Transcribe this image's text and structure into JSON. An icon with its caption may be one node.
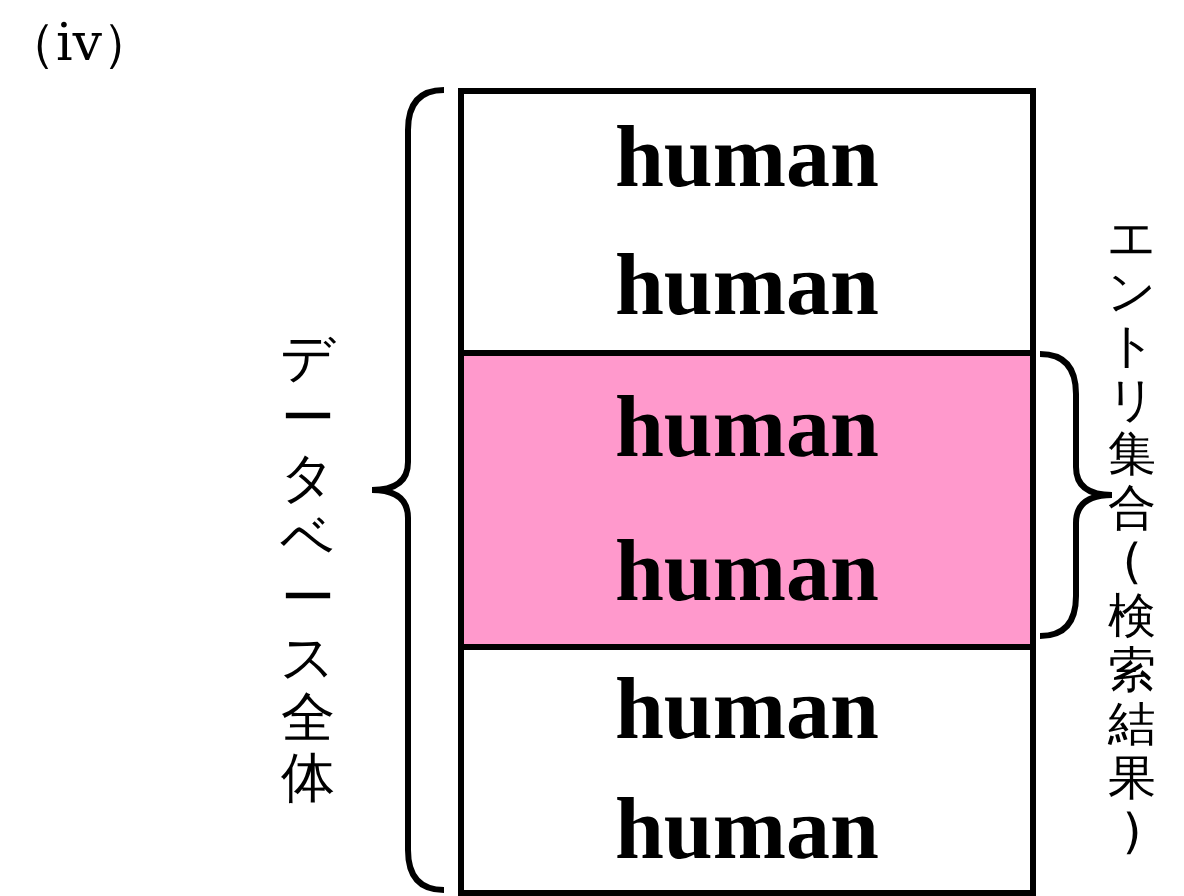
{
  "diagram": {
    "nodes": [
      {
        "text": [
          "human",
          "human"
        ]
      },
      {
        "text": [
          "human",
          "human"
        ]
      },
      {
        "text": [
          "human",
          "human"
        ]
      }
    ],
    "labels": [
      "（ⅳ）",
      "データベース全体",
      "エントリ集合(検索結果)"
    ]
  }
}
